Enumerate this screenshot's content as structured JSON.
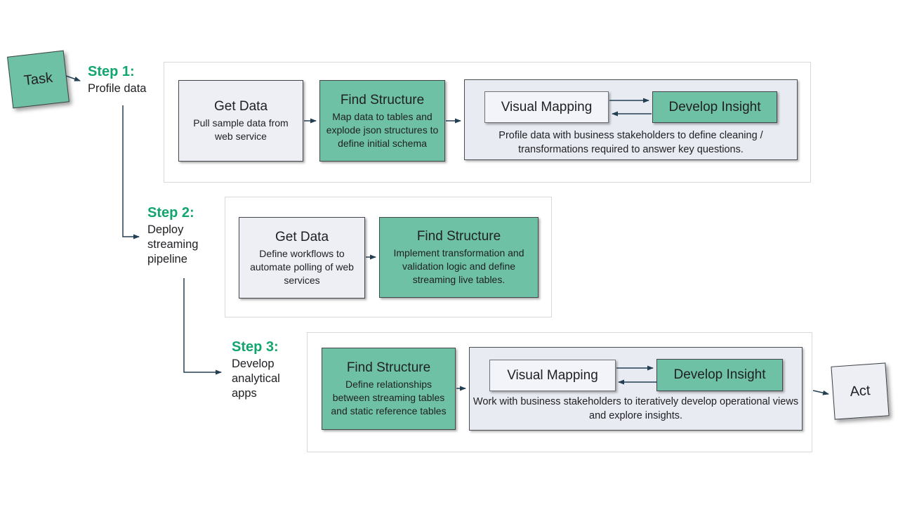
{
  "colors": {
    "green_fill": "#6EC1A4",
    "step_heading_green": "#12A56E",
    "gray_fill": "#EDEFF5",
    "panel_fill": "#E9EBF2",
    "light_fill": "#F3F4F9",
    "arrow_color": "#233F52",
    "container_border": "#D9D9D9",
    "box_border": "#43464B",
    "text_color": "#202124"
  },
  "notes": {
    "task": "Task",
    "act": "Act"
  },
  "steps": [
    {
      "heading": "Step 1:",
      "subheading": "Profile data",
      "get_data": {
        "title": "Get Data",
        "body": "Pull sample data from web service"
      },
      "find_structure": {
        "title": "Find Structure",
        "body": "Map data to tables and explode json structures to define initial schema"
      },
      "panel": {
        "visual_mapping": "Visual Mapping",
        "develop_insight": "Develop Insight",
        "caption": "Profile data with business stakeholders to define cleaning / transformations required to answer key questions."
      }
    },
    {
      "heading": "Step 2:",
      "subheading": "Deploy streaming pipeline",
      "get_data": {
        "title": "Get Data",
        "body": "Define workflows to automate polling of web services"
      },
      "find_structure": {
        "title": "Find Structure",
        "body": "Implement transformation and validation logic and define streaming live tables."
      }
    },
    {
      "heading": "Step 3:",
      "subheading": "Develop analytical apps",
      "find_structure": {
        "title": "Find Structure",
        "body": "Define relationships between streaming tables and static reference tables"
      },
      "panel": {
        "visual_mapping": "Visual Mapping",
        "develop_insight": "Develop Insight",
        "caption": "Work with business stakeholders to iteratively develop operational views and explore insights."
      }
    }
  ]
}
